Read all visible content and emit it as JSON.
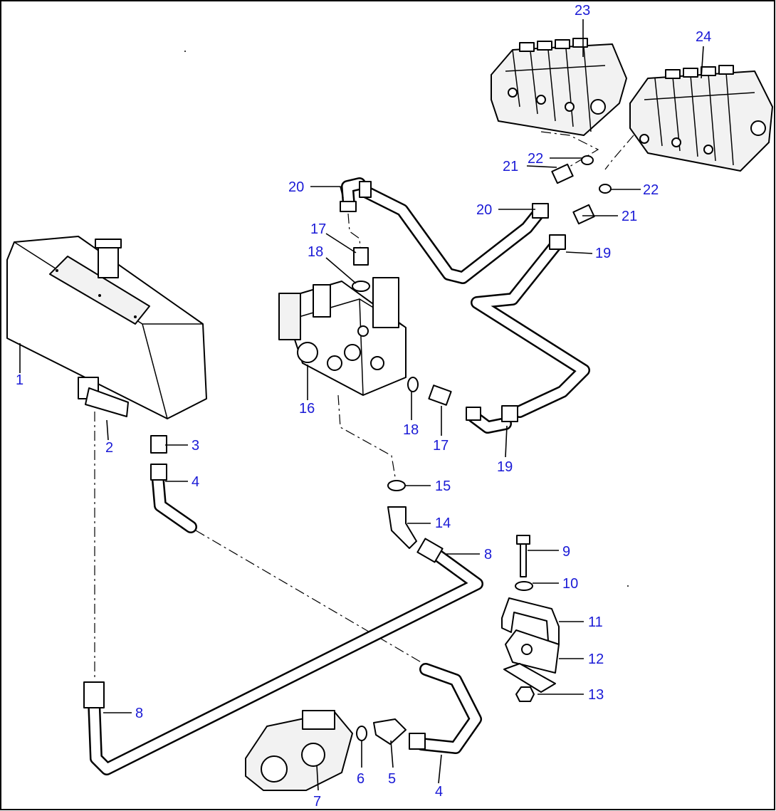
{
  "callouts": {
    "c1": "1",
    "c2": "2",
    "c3": "3",
    "c4a": "4",
    "c4b": "4",
    "c5": "5",
    "c6": "6",
    "c7": "7",
    "c8a": "8",
    "c8b": "8",
    "c9": "9",
    "c10": "10",
    "c11": "11",
    "c12": "12",
    "c13": "13",
    "c14": "14",
    "c15": "15",
    "c16": "16",
    "c17a": "17",
    "c17b": "17",
    "c18a": "18",
    "c18b": "18",
    "c19a": "19",
    "c19b": "19",
    "c20a": "20",
    "c20b": "20",
    "c21a": "21",
    "c21b": "21",
    "c22a": "22",
    "c22b": "22",
    "c23": "23",
    "c24": "24"
  },
  "colors": {
    "callout": "#1a1ad6",
    "line": "#000000",
    "background": "#ffffff"
  }
}
